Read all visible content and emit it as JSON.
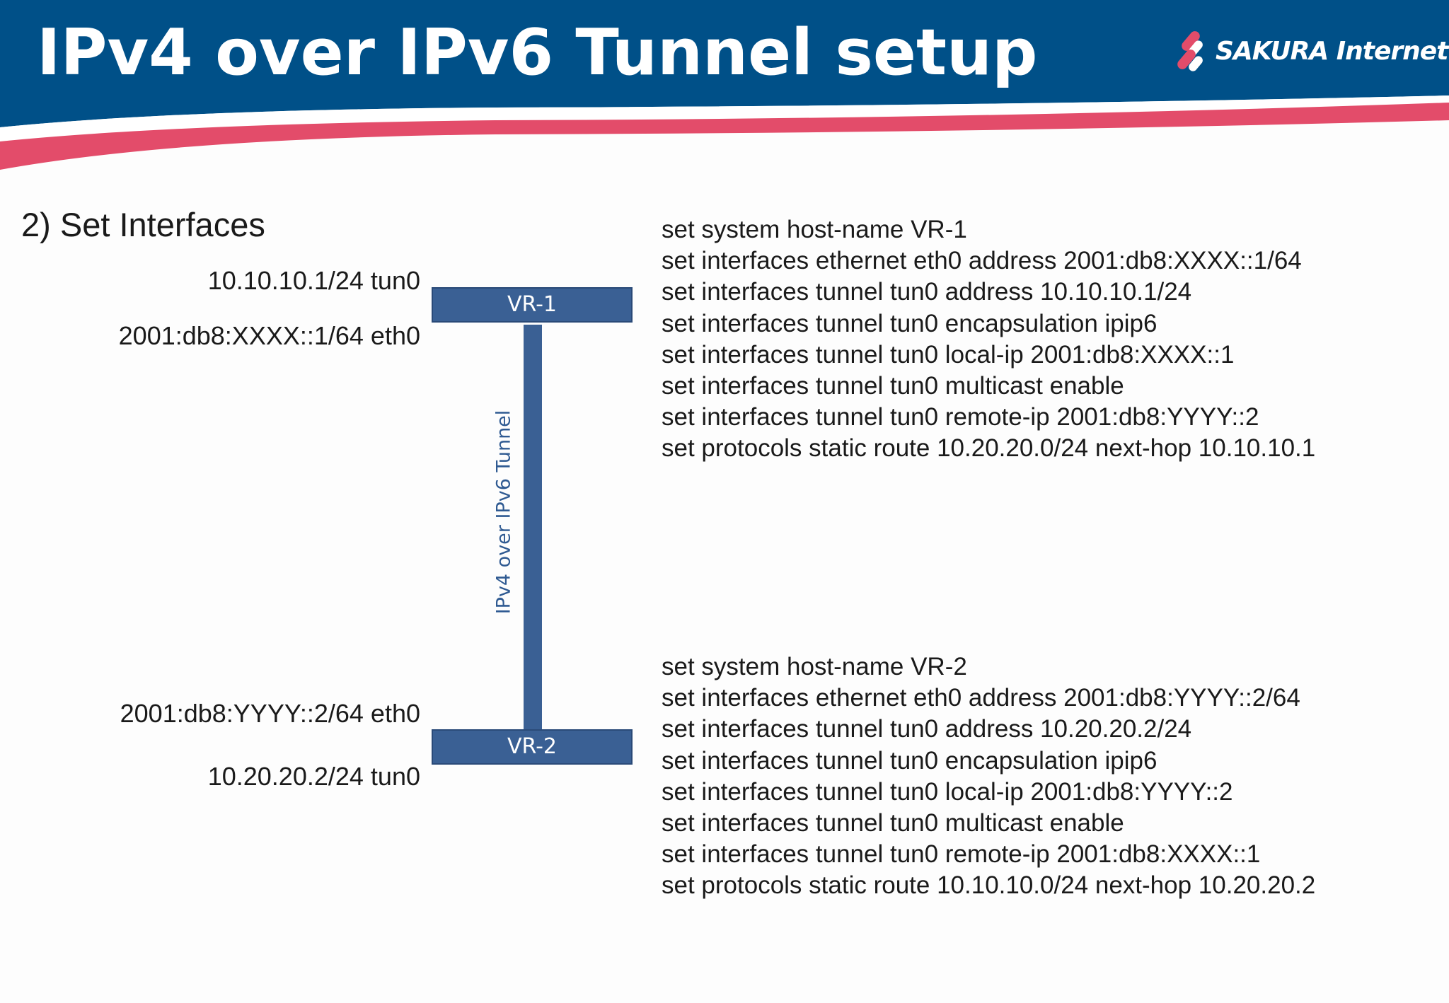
{
  "header": {
    "title": "IPv4 over IPv6 Tunnel setup",
    "logo_text": "SAKURA Internet",
    "colors": {
      "banner": "#005088",
      "stripe": "#e34c6a"
    }
  },
  "section_title": "2) Set Interfaces",
  "diagram": {
    "vr1": {
      "label": "VR-1",
      "tun0": "10.10.10.1/24 tun0",
      "eth0": "2001:db8:XXXX::1/64 eth0"
    },
    "vr2": {
      "label": "VR-2",
      "eth0": "2001:db8:YYYY::2/64 eth0",
      "tun0": "10.20.20.2/24 tun0"
    },
    "tunnel_label": "IPv4 over IPv6 Tunnel",
    "color": "#3a6094"
  },
  "commands_vr1": [
    "set system host-name VR-1",
    "set interfaces ethernet eth0 address 2001:db8:XXXX::1/64",
    "set interfaces tunnel tun0 address 10.10.10.1/24",
    "set interfaces tunnel tun0 encapsulation ipip6",
    "set interfaces tunnel tun0 local-ip 2001:db8:XXXX::1",
    "set interfaces tunnel tun0 multicast enable",
    "set interfaces tunnel tun0 remote-ip 2001:db8:YYYY::2",
    "set protocols static route 10.20.20.0/24 next-hop 10.10.10.1"
  ],
  "commands_vr2": [
    "set system host-name VR-2",
    "set interfaces ethernet eth0 address 2001:db8:YYYY::2/64",
    "set interfaces tunnel tun0 address 10.20.20.2/24",
    "set interfaces tunnel tun0 encapsulation ipip6",
    "set interfaces tunnel tun0 local-ip 2001:db8:YYYY::2",
    "set interfaces tunnel tun0 multicast enable",
    "set interfaces tunnel tun0 remote-ip 2001:db8:XXXX::1",
    "set protocols static route 10.10.10.0/24 next-hop 10.20.20.2"
  ]
}
